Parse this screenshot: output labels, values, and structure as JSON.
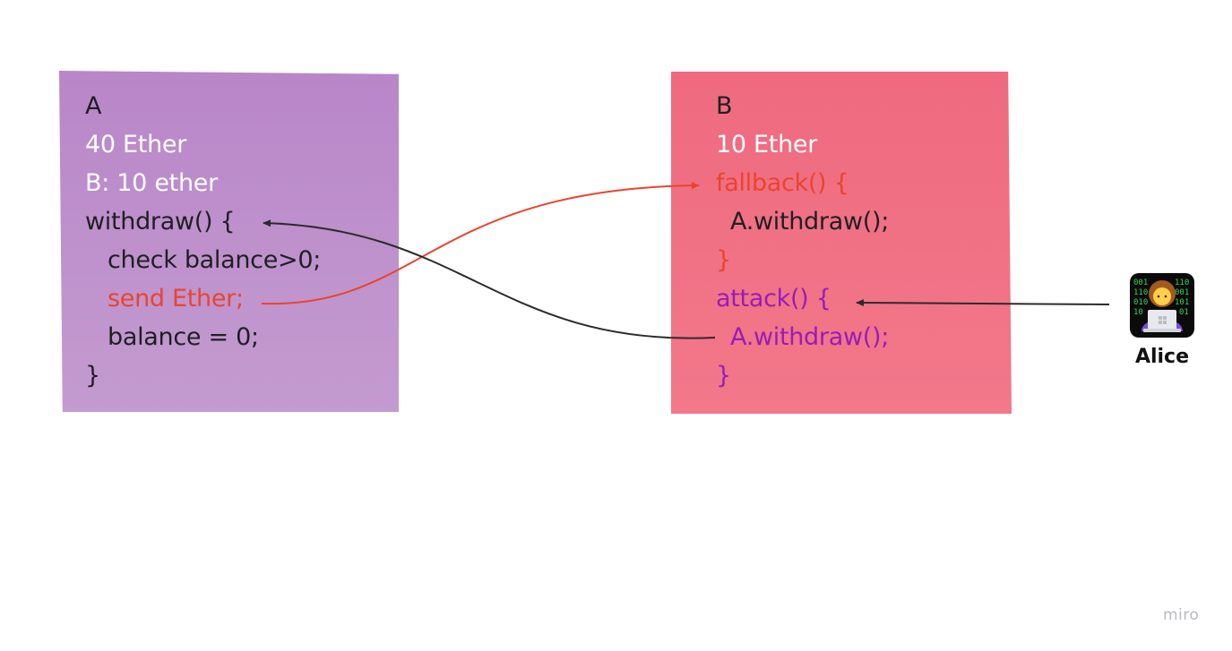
{
  "note_a": {
    "lines": [
      "A",
      "40 Ether",
      "B: 10 ether",
      "withdraw() {",
      "check balance>0;",
      "send Ether;",
      "balance = 0;",
      "}"
    ]
  },
  "note_b": {
    "lines": [
      "B",
      "10 Ether",
      "fallback() {",
      "A.withdraw();",
      "}",
      "attack() {",
      "A.withdraw();",
      "}"
    ]
  },
  "actor": {
    "name": "Alice",
    "icon": "hacker-laptop-icon"
  },
  "brand": "miro",
  "colors": {
    "note_a": "#c08fcc",
    "note_b": "#f06e82",
    "highlight_red": "#e9452f",
    "highlight_purple": "#9a1bb8",
    "arrow_dark": "#2b2b2b"
  }
}
